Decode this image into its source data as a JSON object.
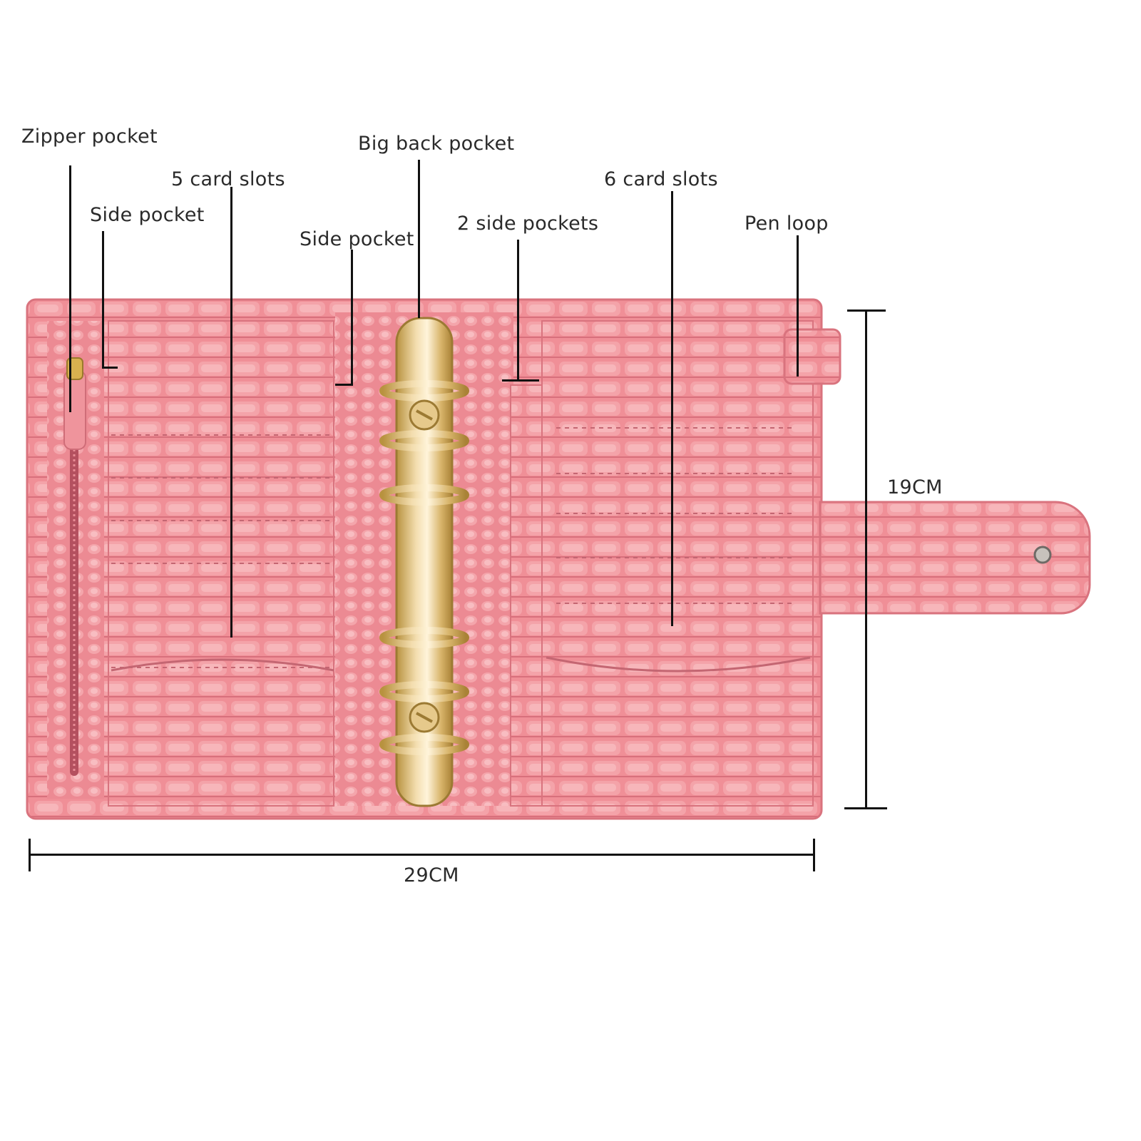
{
  "callouts": {
    "zipper_pocket": "Zipper pocket",
    "side_pocket_left": "Side pocket",
    "five_card_slots": "5 card slots",
    "side_pocket_center": "Side pocket",
    "big_back_pocket": "Big back pocket",
    "two_side_pockets": "2 side pockets",
    "six_card_slots": "6 card slots",
    "pen_loop": "Pen loop"
  },
  "dimensions": {
    "height": "19CM",
    "width": "29CM"
  },
  "colors": {
    "leather": "#f08f97",
    "leather_dark": "#d86f7a",
    "leather_light": "#f6b3b7",
    "ring_gold": "#d9b56a",
    "ring_highlight": "#fff3d6",
    "zipper": "#b4505f"
  }
}
